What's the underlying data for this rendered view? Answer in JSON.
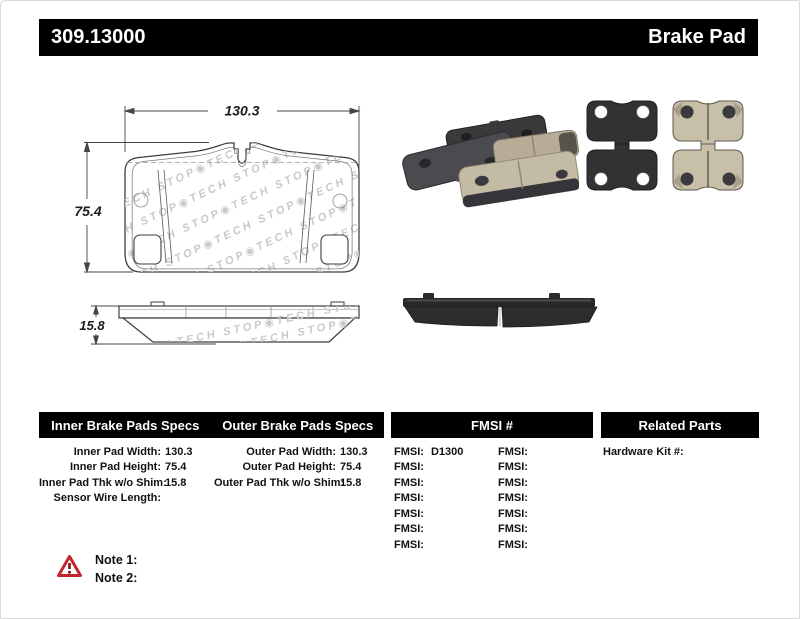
{
  "header": {
    "part_number": "309.13000",
    "product_name": "Brake Pad"
  },
  "diagram": {
    "width_dim": "130.3",
    "height_dim": "75.4",
    "thickness_dim": "15.8",
    "watermark_line": "STOP◉TECH  STOP◉TECH  STOP◉TECH  STOP◉TECH  STOP◉TECH"
  },
  "tables": {
    "inner": {
      "title": "Inner Brake Pads Specs",
      "rows": [
        {
          "label": "Inner Pad Width:",
          "value": "130.3"
        },
        {
          "label": "Inner Pad Height:",
          "value": "75.4"
        },
        {
          "label": "Inner Pad Thk w/o Shim:",
          "value": "15.8"
        },
        {
          "label": "Sensor Wire Length:",
          "value": ""
        }
      ]
    },
    "outer": {
      "title": "Outer Brake Pads Specs",
      "rows": [
        {
          "label": "Outer Pad Width:",
          "value": "130.3"
        },
        {
          "label": "Outer Pad Height:",
          "value": "75.4"
        },
        {
          "label": "Outer Pad Thk w/o Shim:",
          "value": "15.8"
        }
      ]
    },
    "fmsi": {
      "title": "FMSI #",
      "col1": [
        {
          "label": "FMSI:",
          "value": "D1300"
        },
        {
          "label": "FMSI:",
          "value": ""
        },
        {
          "label": "FMSI:",
          "value": ""
        },
        {
          "label": "FMSI:",
          "value": ""
        },
        {
          "label": "FMSI:",
          "value": ""
        },
        {
          "label": "FMSI:",
          "value": ""
        },
        {
          "label": "FMSI:",
          "value": ""
        }
      ],
      "col2": [
        {
          "label": "FMSI:",
          "value": ""
        },
        {
          "label": "FMSI:",
          "value": ""
        },
        {
          "label": "FMSI:",
          "value": ""
        },
        {
          "label": "FMSI:",
          "value": ""
        },
        {
          "label": "FMSI:",
          "value": ""
        },
        {
          "label": "FMSI:",
          "value": ""
        },
        {
          "label": "FMSI:",
          "value": ""
        }
      ]
    },
    "related": {
      "title": "Related Parts",
      "rows": [
        {
          "label": "Hardware Kit #:",
          "value": ""
        }
      ]
    }
  },
  "notes": {
    "items": [
      {
        "label": "Note 1:"
      },
      {
        "label": "Note 2:"
      }
    ]
  }
}
